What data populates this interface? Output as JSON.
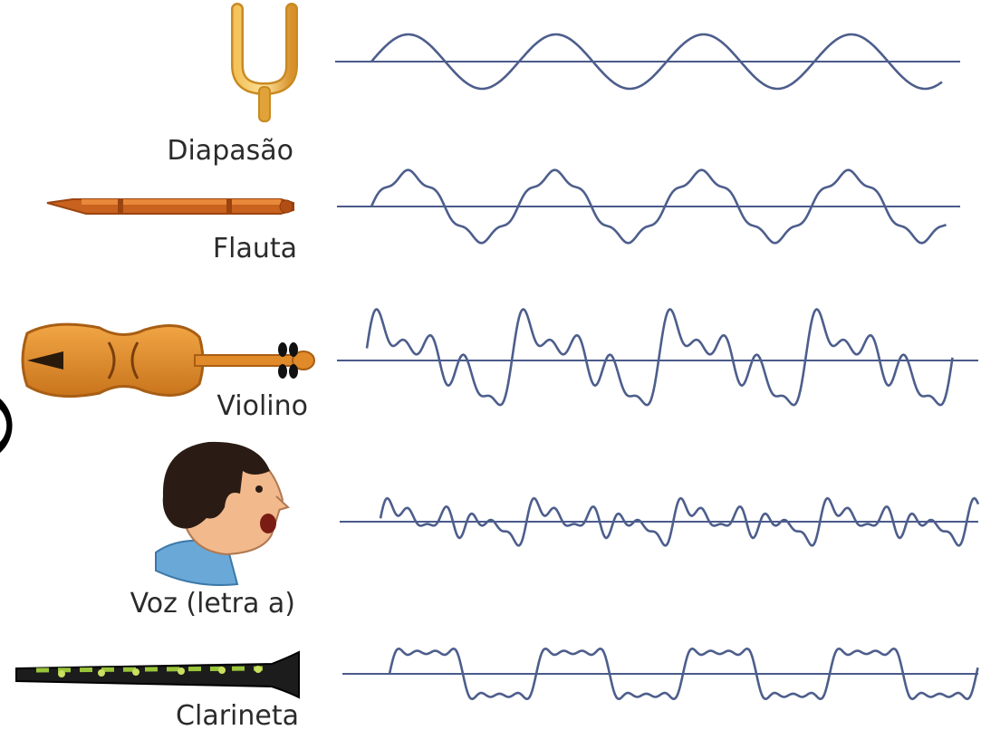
{
  "instruments": [
    {
      "id": "diapasao",
      "label": "Diapasão",
      "icon": "tuning-fork-icon",
      "color": "#e2a23a"
    },
    {
      "id": "flauta",
      "label": "Flauta",
      "icon": "flute-icon",
      "color": "#c8621e"
    },
    {
      "id": "violino",
      "label": "Violino",
      "icon": "violin-icon",
      "color": "#e08a2a"
    },
    {
      "id": "voz",
      "label": "Voz (letra a)",
      "icon": "singing-face-icon",
      "color": "#2a1c14"
    },
    {
      "id": "clarineta",
      "label": "Clarineta",
      "icon": "clarinet-icon",
      "color": "#1c1c1c"
    }
  ],
  "wave_colors": {
    "axis": "#4a5a8a",
    "stroke": "#4d5e8c"
  }
}
